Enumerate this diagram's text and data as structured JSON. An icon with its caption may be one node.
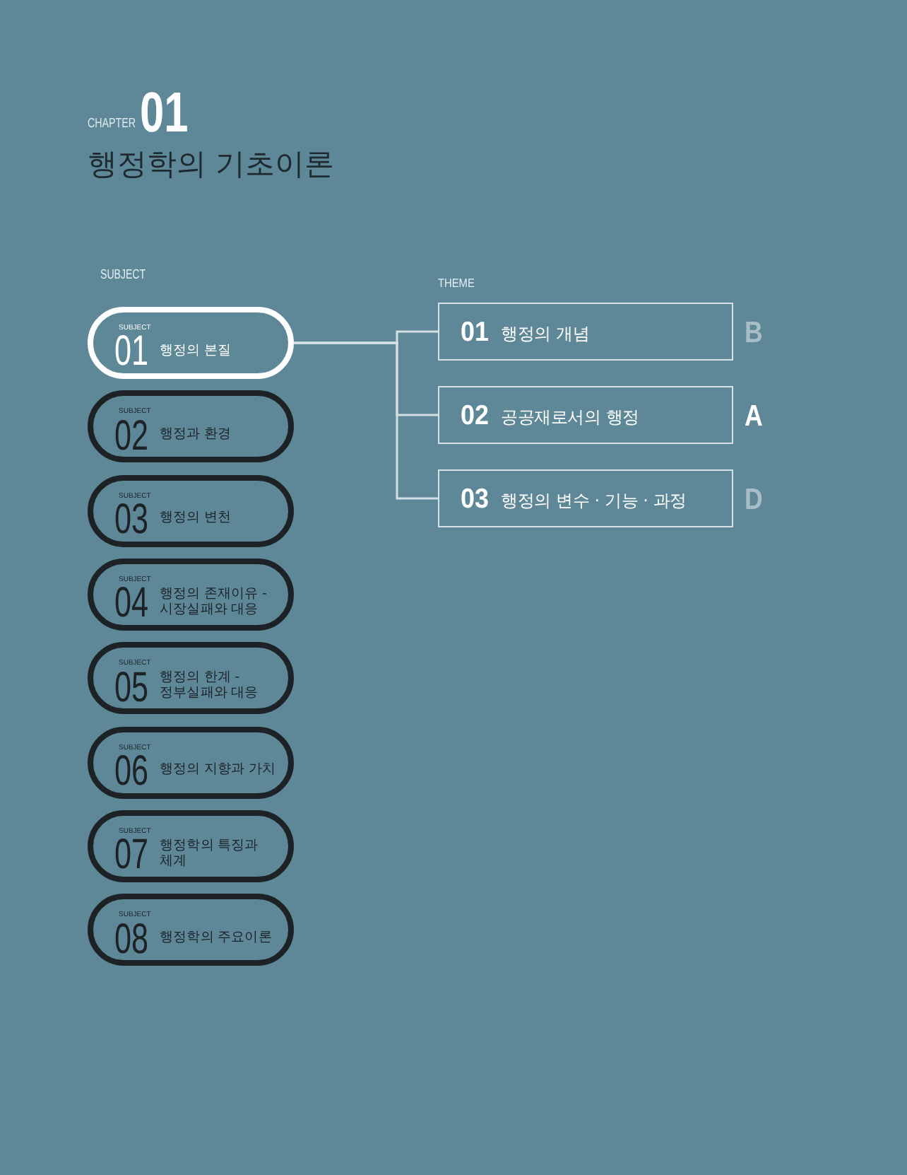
{
  "diagram": {
    "title": "행정학의 기초이론",
    "nodes": [
      {
        "text": [
          "SUBJECT",
          "01",
          "행정의 본질"
        ]
      },
      {
        "text": [
          "SUBJECT",
          "02",
          "행정과 환경"
        ]
      },
      {
        "text": [
          "SUBJECT",
          "03",
          "행정의 변천"
        ]
      },
      {
        "text": [
          "SUBJECT",
          "04",
          "행정의 존재이유 - 시장실패와 대응"
        ]
      },
      {
        "text": [
          "SUBJECT",
          "05",
          "행정의 한계 - 정부실패와 대응"
        ]
      },
      {
        "text": [
          "SUBJECT",
          "06",
          "행정의 지향과 가치"
        ]
      },
      {
        "text": [
          "SUBJECT",
          "07",
          "행정학의 특징과 체계"
        ]
      },
      {
        "text": [
          "SUBJECT",
          "08",
          "행정학의 주요이론"
        ]
      },
      {
        "text": [
          "01",
          "행정의 개념"
        ],
        "beside": [
          "B"
        ]
      },
      {
        "text": [
          "02",
          "공공재로서의 행정"
        ],
        "beside": [
          "A"
        ]
      },
      {
        "text": [
          "03",
          "행정의 변수 · 기능 · 과정"
        ],
        "beside": [
          "D"
        ]
      }
    ],
    "edges": [
      {
        "from": 0,
        "to": 8,
        "arrow": "none"
      },
      {
        "from": 0,
        "to": 9,
        "arrow": "none"
      },
      {
        "from": 0,
        "to": 10,
        "arrow": "none"
      }
    ],
    "labels": [
      "CHAPTER",
      "01",
      "SUBJECT",
      "THEME"
    ]
  }
}
